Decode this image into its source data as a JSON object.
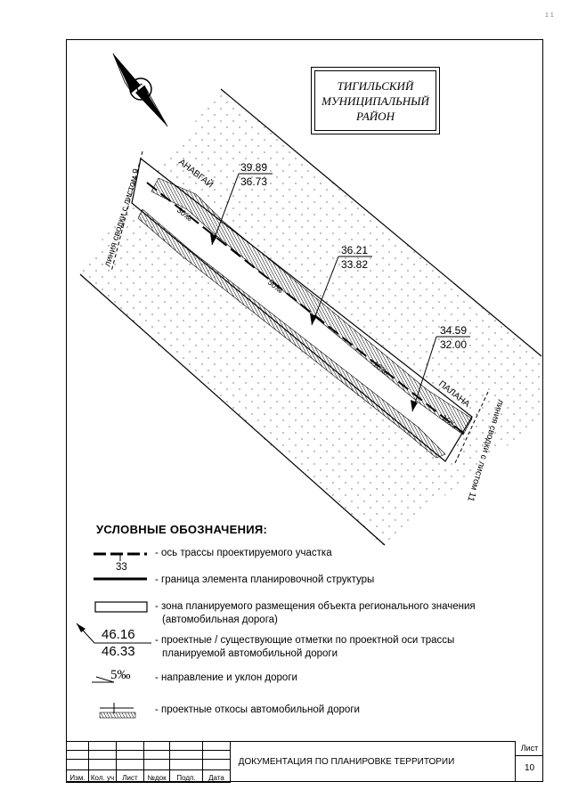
{
  "corner_mark": "1 1",
  "region": {
    "line1": "ТИГИЛЬСКИЙ",
    "line2": "МУНИЦИПАЛЬНЫЙ",
    "line3": "РАЙОН"
  },
  "map": {
    "label_left_link": "линия сводки с листом 9",
    "label_right_link": "линия сводки с листом 11",
    "label_anavgay": "АНАВГАЙ",
    "label_palana": "ПАЛАНА",
    "slope_1": "30‰",
    "slope_2": "50‰",
    "slope_3": "10‰",
    "slope_4": "15‰",
    "elev": [
      {
        "top": "39.89",
        "bottom": "36.73"
      },
      {
        "top": "36.21",
        "bottom": "33.82"
      },
      {
        "top": "34.59",
        "bottom": "32.00"
      }
    ]
  },
  "legend": {
    "title": "УСЛОВНЫЕ ОБОЗНАЧЕНИЯ:",
    "axis_number": "33",
    "axis_text": "- ось трассы проектируемого участка",
    "border_text": "- граница элемента планировочной структуры",
    "zone_text_1": "- зона планируемого размещения объекта регионального значения",
    "zone_text_2": "(автомобильная дорога)",
    "elev_top": "46.16",
    "elev_bottom": "46.33",
    "elev_text_1": "- проектные / существующие отметки по проектной оси трассы",
    "elev_text_2": "планируемой  автомобильной дороги",
    "slope_sample": "5‰",
    "slope_text": "- направление и уклон дороги",
    "embank_text": "- проектные откосы автомобильной дороги"
  },
  "stamp": {
    "headers": [
      "Изм.",
      "Кол. уч",
      "Лист",
      "№док",
      "Подп.",
      "Дата"
    ],
    "doc_title": "ДОКУМЕНТАЦИЯ ПО ПЛАНИРОВКЕ ТЕРРИТОРИИ",
    "sheet_label": "Лист",
    "sheet_number": "10"
  }
}
